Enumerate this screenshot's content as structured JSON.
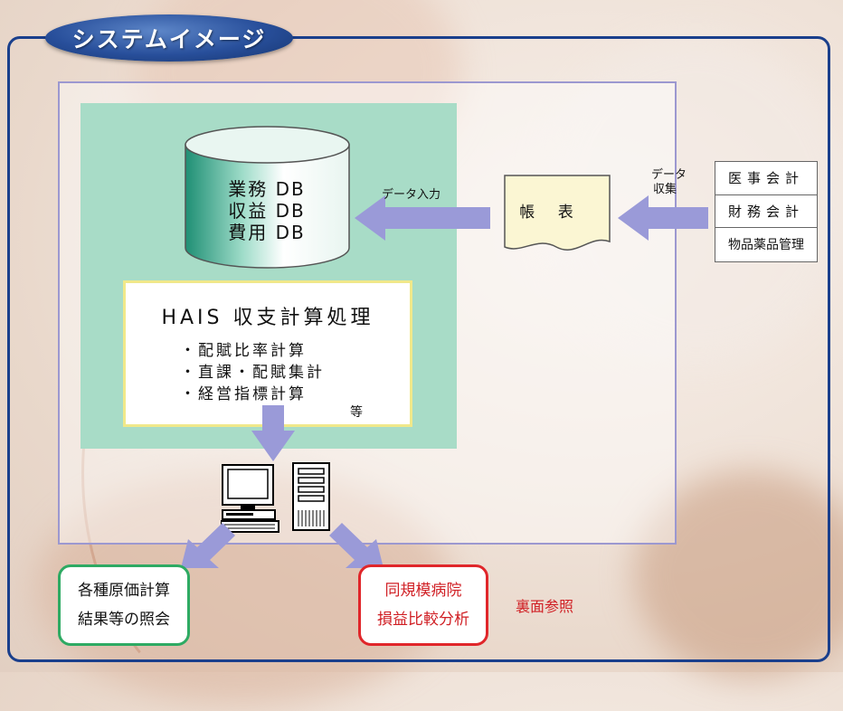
{
  "title": "システムイメージ",
  "database": {
    "lines": [
      "業務 DB",
      "収益 DB",
      "費用 DB"
    ]
  },
  "processing": {
    "title": "HAIS 収支計算処理",
    "items": [
      "・配賦比率計算",
      "・直課・配賦集計",
      "・経営指標計算"
    ],
    "etc": "等"
  },
  "flow": {
    "data_input_label": "データ入力",
    "data_collect_label_1": "データ",
    "data_collect_label_2": "収集"
  },
  "report": {
    "label": "帳 表"
  },
  "sources": [
    "医事会計",
    "財務会計",
    "物品薬品管理"
  ],
  "outputs": {
    "cost_results": [
      "各種原価計算",
      "結果等の照会"
    ],
    "comparison": [
      "同規模病院",
      "損益比較分析"
    ]
  },
  "reference_note": "裏面参照",
  "colors": {
    "frame": "#1a3f8c",
    "panel_border": "#9c98d0",
    "teal_area": "#a8dcc7",
    "arrow": "#9a9ad8",
    "green_box": "#2eaa63",
    "red_box": "#e0262a"
  }
}
